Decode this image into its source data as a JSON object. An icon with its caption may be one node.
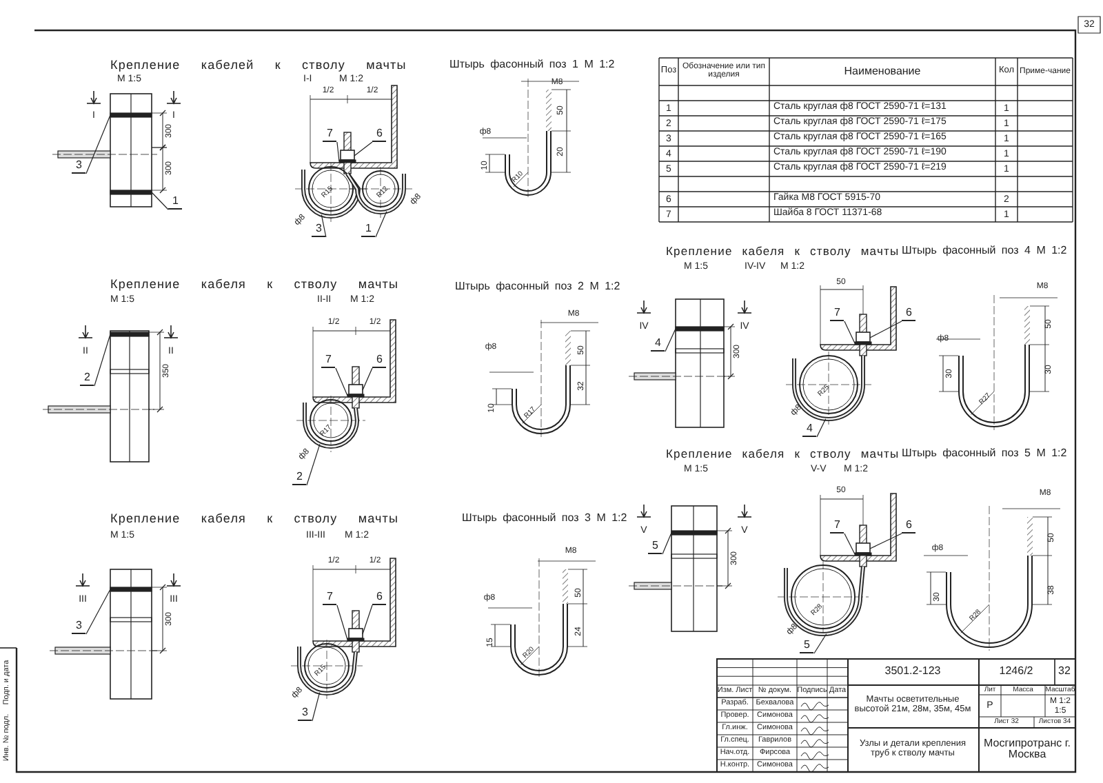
{
  "diagram": {
    "nodes": [
      {
        "text": [
          "3"
        ]
      },
      {
        "text": [
          "1"
        ]
      },
      {
        "text": [
          "7"
        ]
      },
      {
        "text": [
          "6"
        ]
      },
      {
        "text": [
          "3"
        ]
      },
      {
        "text": [
          "1"
        ]
      },
      {
        "text": [
          "2"
        ]
      },
      {
        "text": [
          "7"
        ]
      },
      {
        "text": [
          "6"
        ]
      },
      {
        "text": [
          "2"
        ]
      },
      {
        "text": [
          "3"
        ]
      },
      {
        "text": [
          "7"
        ]
      },
      {
        "text": [
          "6"
        ]
      },
      {
        "text": [
          "3"
        ]
      },
      {
        "text": [
          "4"
        ]
      },
      {
        "text": [
          "7"
        ]
      },
      {
        "text": [
          "6"
        ]
      },
      {
        "text": [
          "4"
        ]
      },
      {
        "text": [
          "5"
        ]
      },
      {
        "text": [
          "7"
        ]
      },
      {
        "text": [
          "6"
        ]
      },
      {
        "text": [
          "5"
        ]
      },
      {
        "text": [],
        "shape": "bar"
      },
      {
        "text": [],
        "shape": "bar"
      },
      {
        "text": [],
        "shape": "bar"
      },
      {
        "text": [],
        "shape": "box"
      },
      {
        "text": [],
        "shape": "hook"
      },
      {
        "text": [],
        "shape": "hook"
      },
      {
        "text": [],
        "shape": "bar"
      },
      {
        "text": [],
        "shape": "bar"
      },
      {
        "text": [],
        "shape": "box"
      },
      {
        "text": [],
        "shape": "hook"
      },
      {
        "text": [],
        "shape": "bar"
      },
      {
        "text": [],
        "shape": "bar"
      },
      {
        "text": [],
        "shape": "box"
      },
      {
        "text": [],
        "shape": "hook"
      },
      {
        "text": [],
        "shape": "bar"
      },
      {
        "text": [],
        "shape": "bar"
      },
      {
        "text": [],
        "shape": "box"
      },
      {
        "text": [],
        "shape": "hook"
      },
      {
        "text": [],
        "shape": "bar"
      },
      {
        "text": [],
        "shape": "bar"
      },
      {
        "text": [],
        "shape": "box"
      },
      {
        "text": [],
        "shape": "hook"
      }
    ],
    "edges": [
      {
        "from": 0,
        "to": 22,
        "arrow": "none"
      },
      {
        "from": 1,
        "to": 23,
        "arrow": "none"
      },
      {
        "from": 2,
        "to": 24,
        "arrow": "none"
      },
      {
        "from": 3,
        "to": 25,
        "arrow": "none"
      },
      {
        "from": 4,
        "to": 26,
        "arrow": "none"
      },
      {
        "from": 5,
        "to": 27,
        "arrow": "none"
      },
      {
        "from": 6,
        "to": 28,
        "arrow": "none"
      },
      {
        "from": 7,
        "to": 29,
        "arrow": "none"
      },
      {
        "from": 8,
        "to": 30,
        "arrow": "none"
      },
      {
        "from": 9,
        "to": 31,
        "arrow": "none"
      },
      {
        "from": 10,
        "to": 32,
        "arrow": "none"
      },
      {
        "from": 11,
        "to": 33,
        "arrow": "none"
      },
      {
        "from": 12,
        "to": 34,
        "arrow": "none"
      },
      {
        "from": 13,
        "to": 35,
        "arrow": "none"
      },
      {
        "from": 14,
        "to": 36,
        "arrow": "none"
      },
      {
        "from": 15,
        "to": 37,
        "arrow": "none"
      },
      {
        "from": 16,
        "to": 38,
        "arrow": "none"
      },
      {
        "from": 17,
        "to": 39,
        "arrow": "none"
      },
      {
        "from": 18,
        "to": 40,
        "arrow": "none"
      },
      {
        "from": 19,
        "to": 41,
        "arrow": "none"
      },
      {
        "from": 20,
        "to": 42,
        "arrow": "none"
      },
      {
        "from": 21,
        "to": 43,
        "arrow": "none"
      }
    ],
    "labels": [
      "Крепление кабелей к стволу мачты",
      "М 1:5",
      "I-I",
      "М 1:2",
      "I",
      "I",
      "300",
      "300",
      "1/2",
      "1/2",
      "ф8",
      "R15",
      "R12",
      "ф8",
      "Штырь фасонный поз 1 М 1:2",
      "М8",
      "ф8",
      "10",
      "R10",
      "50",
      "20",
      "Поз",
      "Обозначение или тип изделия",
      "Наименование",
      "Кол",
      "Приме-чание",
      "1",
      "Сталь круглая ф8 ГОСТ 2590-71 ℓ=131",
      "1",
      "2",
      "Сталь круглая ф8 ГОСТ 2590-71 ℓ=175",
      "1",
      "3",
      "Сталь круглая ф8 ГОСТ 2590-71 ℓ=165",
      "1",
      "4",
      "Сталь круглая ф8 ГОСТ 2590-71 ℓ=190",
      "1",
      "5",
      "Сталь круглая ф8 ГОСТ 2590-71 ℓ=219",
      "1",
      "6",
      "Гайка М8 ГОСТ 5915-70",
      "2",
      "7",
      "Шайба 8 ГОСТ 11371-68",
      "1",
      "Крепление кабеля к стволу мачты",
      "М 1:5",
      "IV-IV",
      "М 1:2",
      "Штырь фасонный поз 4 М 1:2",
      "IV",
      "IV",
      "300",
      "50",
      "ф8",
      "R25",
      "М8",
      "ф8",
      "30",
      "R27",
      "50",
      "30",
      "Крепление кабеля к стволу мачты",
      "М 1:5",
      "V-V",
      "М 1:2",
      "Штырь фасонный поз 5 М 1:2",
      "V",
      "V",
      "300",
      "50",
      "ф8",
      "R28",
      "М8",
      "ф8",
      "30",
      "R28",
      "50",
      "38",
      "Крепление кабеля к стволу мачты",
      "М 1:5",
      "II-II",
      "М 1:2",
      "II",
      "II",
      "350",
      "1/2",
      "1/2",
      "ф8",
      "R17",
      "Штырь фасонный поз 2 М 1:2",
      "М8",
      "ф8",
      "10",
      "R17",
      "50",
      "32",
      "Крепление кабеля к стволу мачты",
      "М 1:5",
      "III-III",
      "М 1:2",
      "III",
      "III",
      "300",
      "1/2",
      "1/2",
      "ф8",
      "R15",
      "Штырь фасонный поз 3 М 1:2",
      "М8",
      "ф8",
      "15",
      "R20",
      "50",
      "24",
      "3501.2-123",
      "1246/2",
      "32",
      "Изм. Лист",
      "№ докум.",
      "Подпись",
      "Дата",
      "Разраб.",
      "Бехвалова",
      "Провер.",
      "Симонова",
      "Гл.инж.",
      "Симонова",
      "Гл.спец.",
      "Гаврилов",
      "Нач.отд.",
      "Фирсова",
      "Н.контр.",
      "Симонова",
      "Мачты осветительные высотой 21м, 28м, 35м, 45м",
      "Лит",
      "Масса",
      "Масштаб",
      "Р",
      "М 1:2",
      "1:5",
      "Лист 32",
      "Листов 34",
      "Узлы и детали крепления труб к стволу мачты",
      "Мосгипротранс г. Москва",
      "32",
      "Инв. № подл.",
      "Подп. и дата"
    ]
  }
}
